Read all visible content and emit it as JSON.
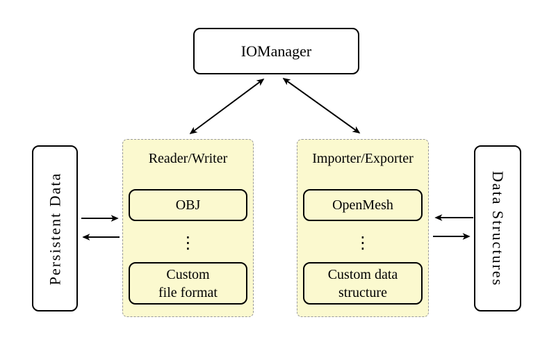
{
  "colors": {
    "background": "#ffffff",
    "panel_fill": "#fbf9cf",
    "panel_border": "#999999",
    "box_border": "#000000",
    "arrow": "#000000"
  },
  "iomanager": {
    "label": "IOManager"
  },
  "left_side": {
    "label": "Persistent Data"
  },
  "right_side": {
    "label": "Data Structures"
  },
  "reader_writer": {
    "label": "Reader/Writer",
    "items": [
      {
        "lines": [
          "OBJ",
          ""
        ]
      },
      {
        "lines": [
          "Custom",
          "file format"
        ]
      }
    ],
    "ellipsis": "⋮"
  },
  "importer_exporter": {
    "label": "Importer/Exporter",
    "items": [
      {
        "lines": [
          "OpenMesh",
          ""
        ]
      },
      {
        "lines": [
          "Custom data",
          "structure"
        ]
      }
    ],
    "ellipsis": "⋮"
  }
}
